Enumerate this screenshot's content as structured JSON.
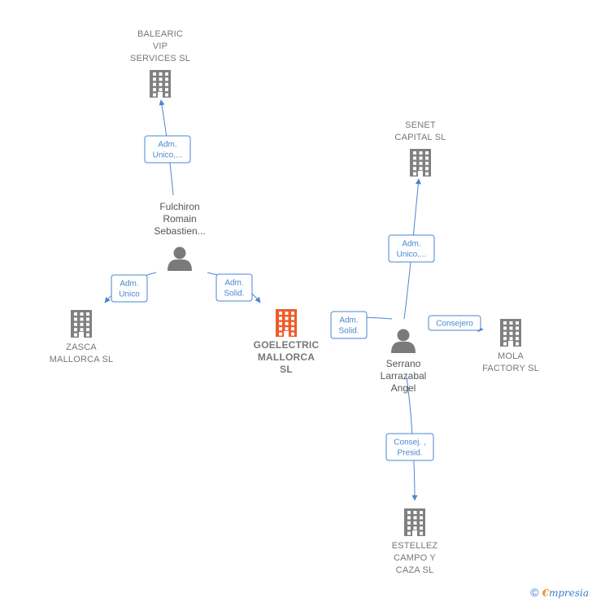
{
  "colors": {
    "company": "#808080",
    "focus_company": "#f05a28",
    "person": "#7a7a7a",
    "edge": "#4a87cf"
  },
  "companies": [
    {
      "id": "balearic",
      "lines": [
        "BALEARIC",
        "VIP",
        "SERVICES  SL"
      ],
      "focus": false
    },
    {
      "id": "senet",
      "lines": [
        "SENET",
        "CAPITAL SL"
      ],
      "focus": false
    },
    {
      "id": "zasca",
      "lines": [
        "ZASCA",
        "MALLORCA  SL"
      ],
      "focus": false
    },
    {
      "id": "goelectric",
      "lines": [
        "GOELECTRIC",
        "MALLORCA",
        "SL"
      ],
      "focus": true
    },
    {
      "id": "mola",
      "lines": [
        "MOLA",
        "FACTORY SL"
      ],
      "focus": false
    },
    {
      "id": "estellez",
      "lines": [
        "ESTELLEZ",
        "CAMPO Y",
        "CAZA  SL"
      ],
      "focus": false
    }
  ],
  "persons": [
    {
      "id": "fulchiron",
      "lines": [
        "Fulchiron",
        "Romain",
        "Sebastien..."
      ]
    },
    {
      "id": "serrano",
      "lines": [
        "Serrano",
        "Larrazabal",
        "Angel"
      ]
    }
  ],
  "edges": [
    {
      "id": "e1",
      "lines": [
        "Adm.",
        "Unico,..."
      ]
    },
    {
      "id": "e2",
      "lines": [
        "Adm.",
        "Unico"
      ]
    },
    {
      "id": "e3",
      "lines": [
        "Adm.",
        "Solid."
      ]
    },
    {
      "id": "e4",
      "lines": [
        "Adm.",
        "Unico,..."
      ]
    },
    {
      "id": "e5",
      "lines": [
        "Adm.",
        "Solid."
      ]
    },
    {
      "id": "e6",
      "lines": [
        "Consejero"
      ]
    },
    {
      "id": "e7",
      "lines": [
        "Consej. ,",
        "Presid."
      ]
    }
  ],
  "footer": {
    "copyright_symbol": "©",
    "brand_initial": "€",
    "brand_rest": "mpresia"
  }
}
